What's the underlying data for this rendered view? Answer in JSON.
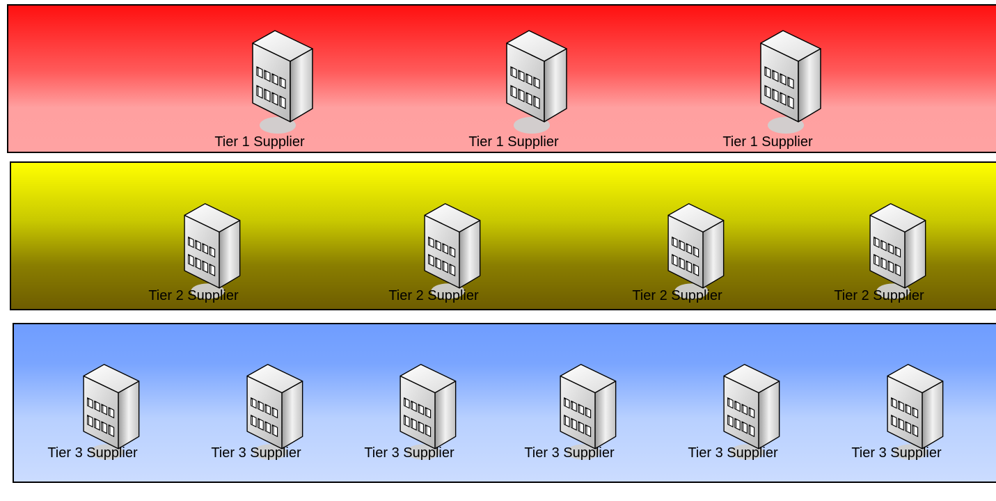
{
  "tiers": [
    {
      "nodes": [
        {
          "label": "Tier 1 Supplier"
        },
        {
          "label": "Tier 1 Supplier"
        },
        {
          "label": "Tier 1 Supplier"
        }
      ]
    },
    {
      "nodes": [
        {
          "label": "Tier 2 Supplier"
        },
        {
          "label": "Tier 2 Supplier"
        },
        {
          "label": "Tier 2 Supplier"
        },
        {
          "label": "Tier 2 Supplier"
        }
      ]
    },
    {
      "nodes": [
        {
          "label": "Tier 3 Supplier"
        },
        {
          "label": "Tier 3 Supplier"
        },
        {
          "label": "Tier 3 Supplier"
        },
        {
          "label": "Tier 3 Supplier"
        },
        {
          "label": "Tier 3 Supplier"
        },
        {
          "label": "Tier 3 Supplier"
        }
      ]
    }
  ],
  "icon": "building-icon"
}
